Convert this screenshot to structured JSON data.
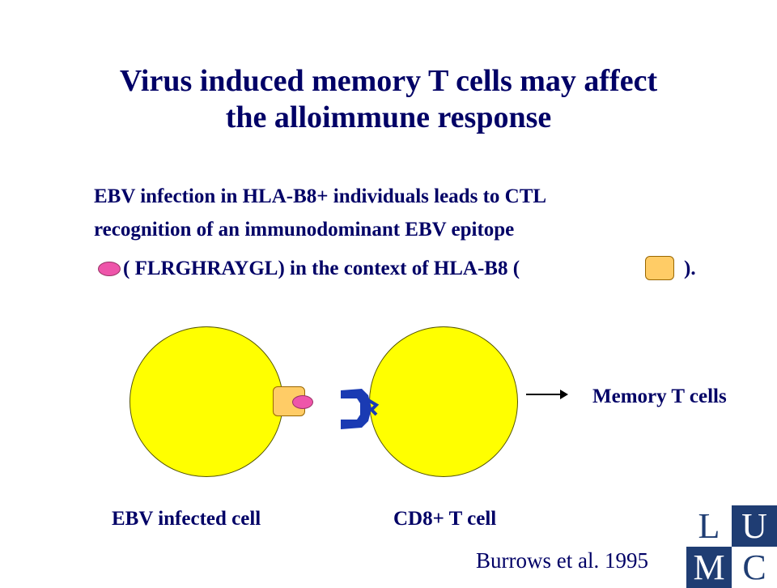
{
  "title": {
    "line1": "Virus induced memory T cells may affect",
    "line2": "the alloimmune response"
  },
  "text": {
    "line1": "EBV infection in HLA-B8+ individuals leads to CTL",
    "line2": "recognition of an immunodominant EBV epitope",
    "line3_a": "( FLRGHRAYGL)  in the context of HLA-B8 (",
    "line3_b": ")."
  },
  "diagram": {
    "infected_cell_label": "EBV infected cell",
    "t_cell_label": "CD8+ T cell",
    "memory_label": "Memory T cells",
    "colors": {
      "cell": "#ffff00",
      "hla": "#ffcc66",
      "epitope": "#ee55aa",
      "receptor": "#1a3bb3"
    }
  },
  "citation": "Burrows et al. 1995",
  "logo": {
    "letters": [
      "L",
      "U",
      "M",
      "C"
    ],
    "color": "#1f3d73"
  }
}
